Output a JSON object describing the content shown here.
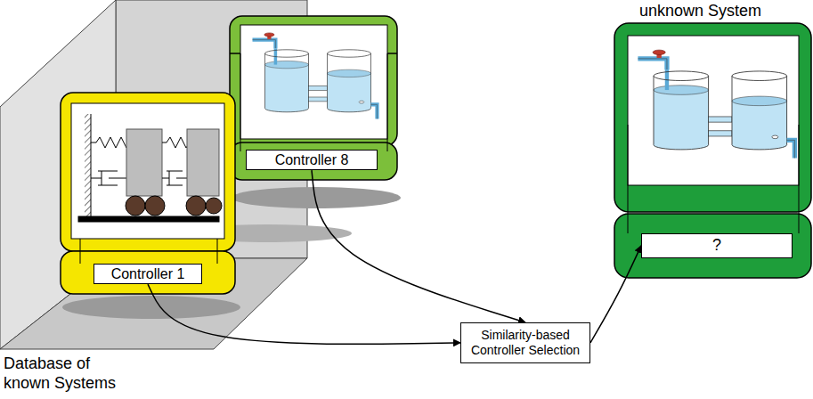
{
  "diagram": {
    "nodes": [
      {
        "text": [
          "Controller 1"
        ]
      },
      {
        "text": [
          "Controller 8"
        ]
      },
      {
        "text": [
          "Similarity-based Controller Selection"
        ]
      },
      {
        "text": [
          "?"
        ]
      }
    ],
    "edges": [
      {
        "from": 0,
        "to": 2,
        "arrow": "to"
      },
      {
        "from": 1,
        "to": 2,
        "arrow": "to"
      },
      {
        "from": 2,
        "to": 3,
        "arrow": "to"
      }
    ],
    "labels": [
      "unknown System",
      "Database of known Systems"
    ]
  }
}
